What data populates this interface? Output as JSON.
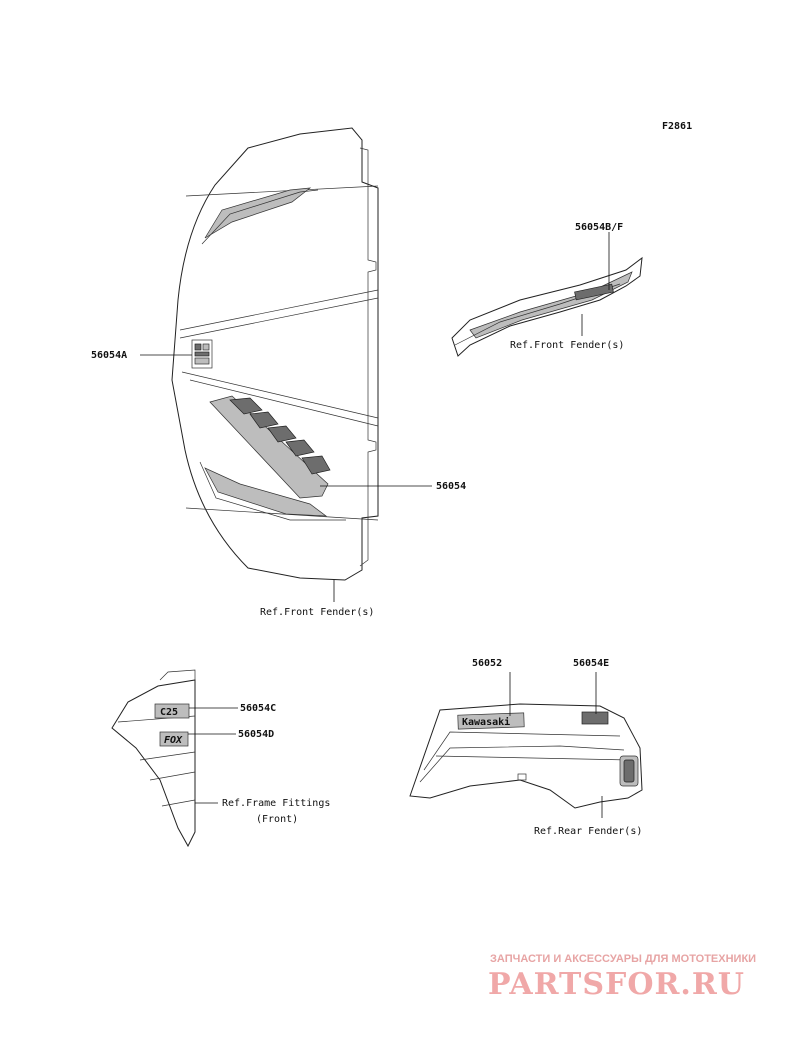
{
  "figure_code": "F2861",
  "parts": {
    "p56054": "56054",
    "p56054a": "56054A",
    "p56054bf": "56054B/F",
    "p56054c": "56054C",
    "p56054d": "56054D",
    "p56052": "56052",
    "p56054e": "56054E"
  },
  "refs": {
    "front_fender_main": "Ref.Front Fender(s)",
    "front_fender_side": "Ref.Front Fender(s)",
    "frame_fittings_line1": "Ref.Frame Fittings",
    "frame_fittings_line2": "(Front)",
    "rear_fender": "Ref.Rear Fender(s)"
  },
  "decal_text": {
    "kawasaki": "Kawasaki",
    "c25": "C25",
    "fox": "FOX"
  },
  "watermark": {
    "top_line": "ЗАПЧАСТИ И АКСЕССУАРЫ ДЛЯ МОТОТЕХНИКИ",
    "brand": "PARTSFOR.RU"
  },
  "colors": {
    "line": "#222222",
    "watermark": "#f0a8a8"
  }
}
